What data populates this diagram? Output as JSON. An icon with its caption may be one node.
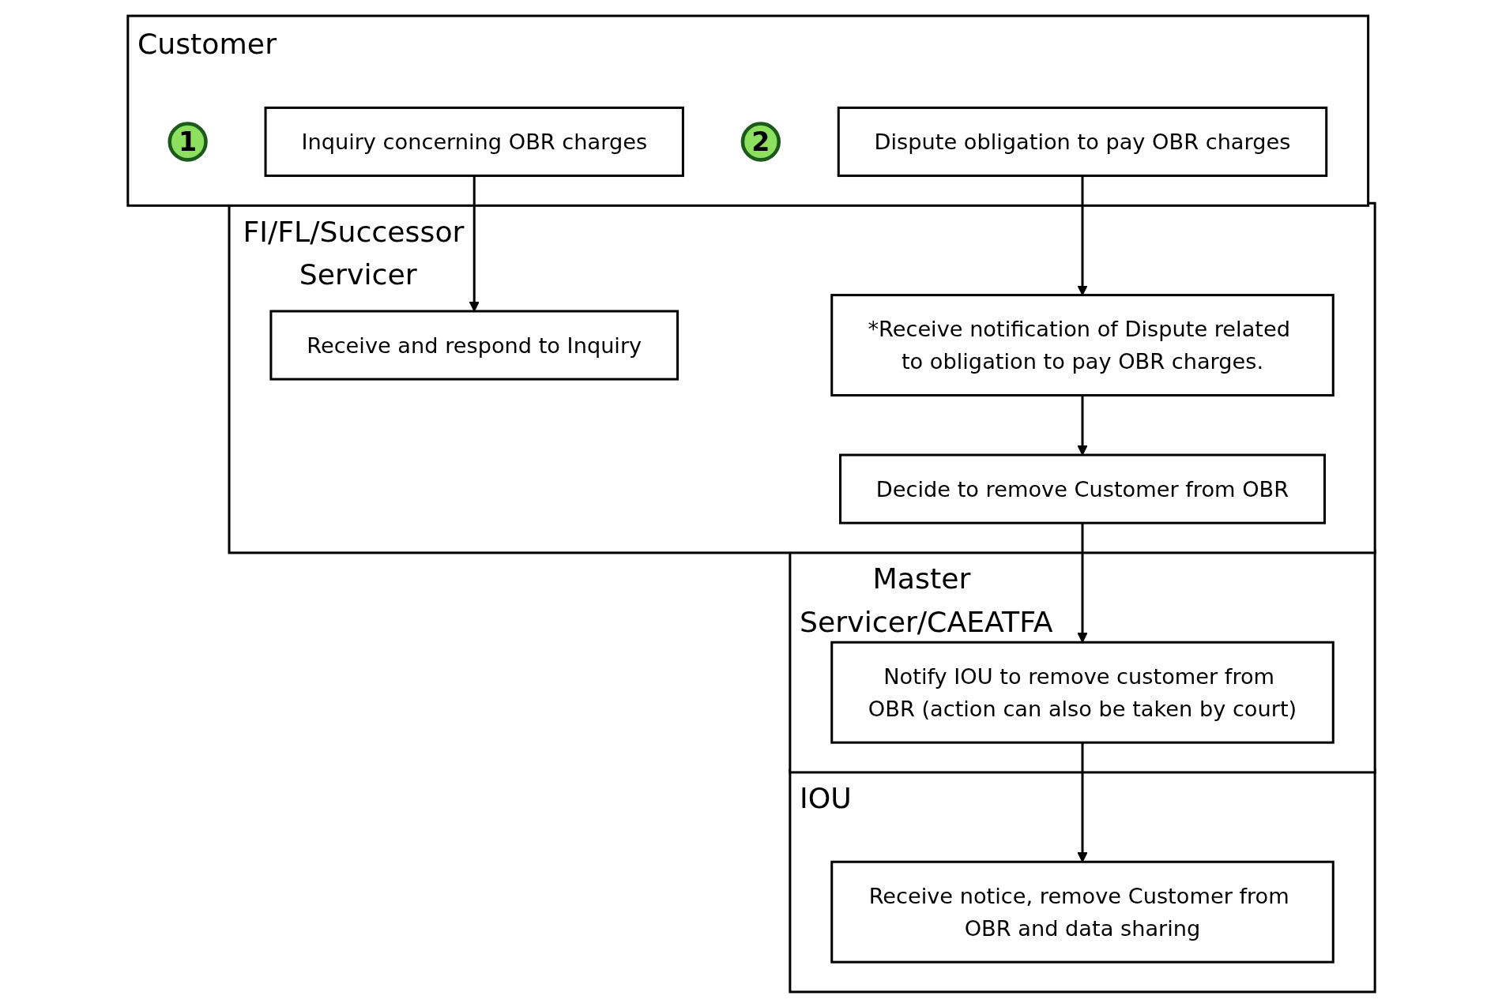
{
  "diagram": {
    "nodes": [
      {
        "text": [
          "Customer"
        ]
      },
      {
        "text": [
          "1"
        ],
        "in": 0
      },
      {
        "text": [
          "Inquiry concerning OBR charges"
        ],
        "in": 0
      },
      {
        "text": [
          "2"
        ],
        "in": 0
      },
      {
        "text": [
          "Dispute obligation to pay OBR charges"
        ],
        "in": 0
      },
      {
        "text": [
          "FI/FL/Successor Servicer"
        ]
      },
      {
        "text": [
          "Receive and respond to Inquiry"
        ],
        "in": 5
      },
      {
        "text": [
          "*Receive notification of Dispute related to obligation to pay OBR charges."
        ],
        "in": 5
      },
      {
        "text": [
          "Decide to remove Customer from OBR"
        ],
        "in": 5
      },
      {
        "text": [
          "Master Servicer/CAEATFA"
        ]
      },
      {
        "text": [
          "Notify IOU to remove customer from OBR (action can also be taken by court)"
        ],
        "in": 9
      },
      {
        "text": [
          "IOU"
        ]
      },
      {
        "text": [
          "Receive notice, remove Customer from OBR and data sharing"
        ],
        "in": 11
      }
    ],
    "edges": [
      {
        "from": 2,
        "to": 6,
        "arrow": "to"
      },
      {
        "from": 4,
        "to": 7,
        "arrow": "to"
      },
      {
        "from": 7,
        "to": 8,
        "arrow": "to"
      },
      {
        "from": 8,
        "to": 10,
        "arrow": "to"
      },
      {
        "from": 10,
        "to": 12,
        "arrow": "to"
      }
    ]
  }
}
